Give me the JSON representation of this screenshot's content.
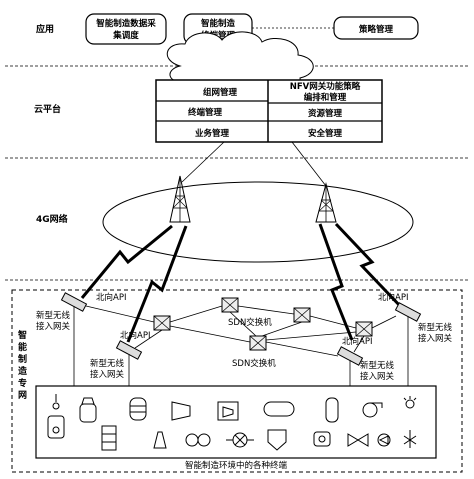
{
  "layers": {
    "application": "应用",
    "cloud_platform": "云平台",
    "network_4g": "4G网络",
    "network_private": "智能制造专网"
  },
  "application": {
    "data_collection": [
      "智能制造数据采",
      "集调度"
    ],
    "terminal_mgmt": [
      "智能制造",
      "终端管理"
    ],
    "policy_mgmt": "策略管理"
  },
  "cloud": {
    "networking_mgmt": "组网管理",
    "nfv_policy": [
      "NFV网关功能策略",
      "编排和管理"
    ],
    "terminal_mgmt": "终端管理",
    "resource_mgmt": "资源管理",
    "service_mgmt": "业务管理",
    "security_mgmt": "安全管理"
  },
  "network": {
    "northbound_api": "北向API",
    "gateway_label": [
      "新型无线",
      "接入网关"
    ],
    "sdn_switch": "SDN交换机",
    "terminals_caption": "智能制造环境中的各种终端"
  }
}
